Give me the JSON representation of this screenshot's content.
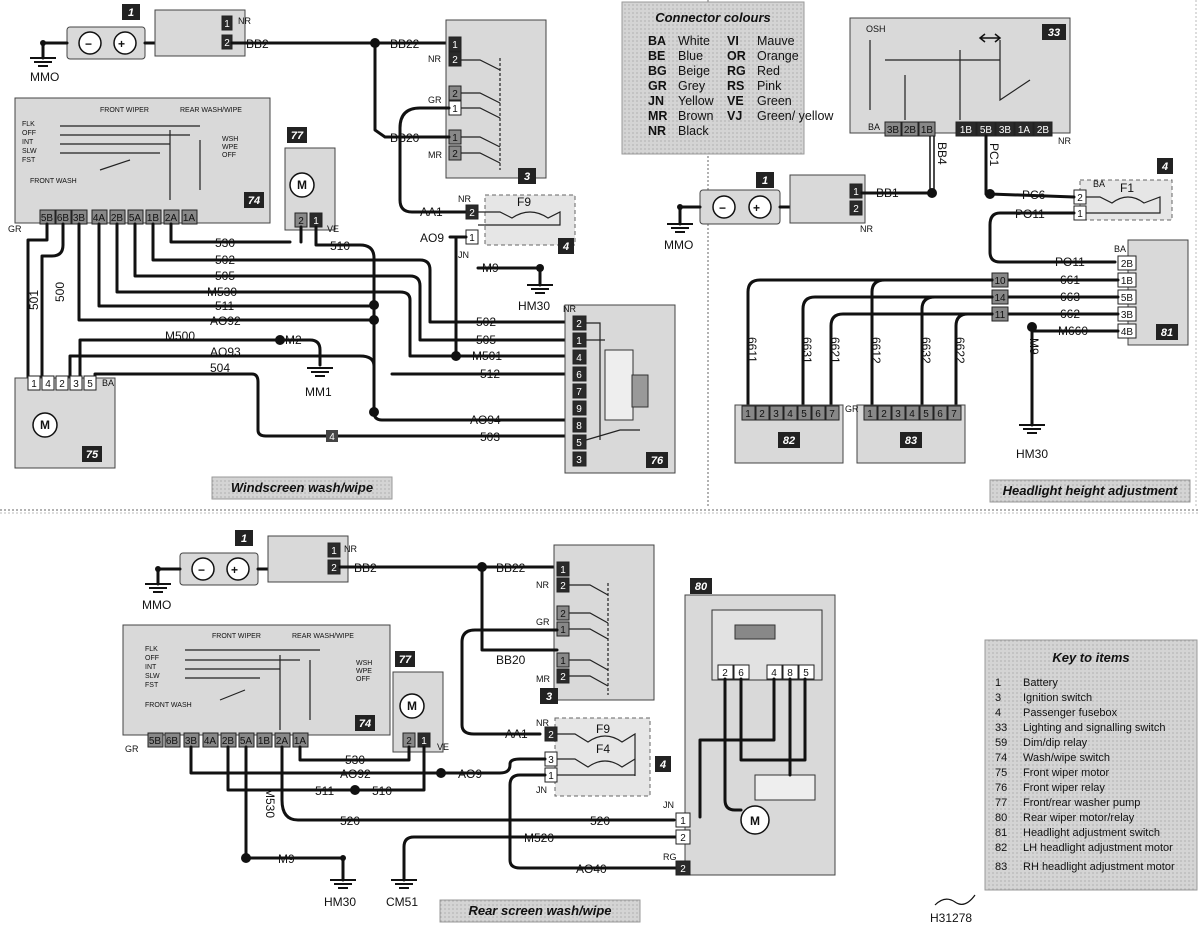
{
  "panels": {
    "windscreen_title": "Windscreen wash/wipe",
    "headlight_title": "Headlight height adjustment",
    "rear_title": "Rear screen wash/wipe"
  },
  "connector_colours": {
    "title": "Connector colours",
    "entries": [
      {
        "code": "BA",
        "name": "White"
      },
      {
        "code": "BE",
        "name": "Blue"
      },
      {
        "code": "BG",
        "name": "Beige"
      },
      {
        "code": "GR",
        "name": "Grey"
      },
      {
        "code": "JN",
        "name": "Yellow"
      },
      {
        "code": "MR",
        "name": "Brown"
      },
      {
        "code": "NR",
        "name": "Black"
      },
      {
        "code": "VI",
        "name": "Mauve"
      },
      {
        "code": "OR",
        "name": "Orange"
      },
      {
        "code": "RG",
        "name": "Red"
      },
      {
        "code": "RS",
        "name": "Pink"
      },
      {
        "code": "VE",
        "name": "Green"
      },
      {
        "code": "VJ",
        "name": "Green/ yellow"
      }
    ]
  },
  "key_to_items": {
    "title": "Key to items",
    "items": [
      {
        "n": "1",
        "desc": "Battery"
      },
      {
        "n": "3",
        "desc": "Ignition switch"
      },
      {
        "n": "4",
        "desc": "Passenger fusebox"
      },
      {
        "n": "33",
        "desc": "Lighting and signalling switch"
      },
      {
        "n": "59",
        "desc": "Dim/dip relay"
      },
      {
        "n": "74",
        "desc": "Wash/wipe switch"
      },
      {
        "n": "75",
        "desc": "Front wiper motor"
      },
      {
        "n": "76",
        "desc": "Front wiper relay"
      },
      {
        "n": "77",
        "desc": "Front/rear washer pump"
      },
      {
        "n": "80",
        "desc": "Rear wiper motor/relay"
      },
      {
        "n": "81",
        "desc": "Headlight adjustment switch"
      },
      {
        "n": "82",
        "desc": "LH headlight adjustment motor"
      },
      {
        "n": "83",
        "desc": "RH headlight adjustment motor"
      }
    ]
  },
  "components": {
    "c1": "1",
    "c3": "3",
    "c4": "4",
    "c33": "33",
    "c74": "74",
    "c75": "75",
    "c76": "76",
    "c77": "77",
    "c80": "80",
    "c81": "81",
    "c82": "82",
    "c83": "83"
  },
  "wires_ws": {
    "w530": "530",
    "w502": "502",
    "w505": "505",
    "wM530": "M530",
    "w511": "511",
    "wAO92": "AO92",
    "wM500": "M500",
    "wAO93": "AO93",
    "w504": "504",
    "w502b": "502",
    "w505b": "505",
    "wM501": "M501",
    "w512": "512",
    "wAO94": "AO94",
    "w503": "503",
    "w501": "501",
    "w500": "500",
    "w510": "510",
    "wAA1": "AA1",
    "wAO9": "AO9",
    "wM9": "M9",
    "wM2": "M2",
    "wBB2": "BB2",
    "wBB22": "BB22",
    "wBB20": "BB20"
  },
  "wires_hl": {
    "wBB1": "BB1",
    "wBB4": "BB4",
    "wPC1": "PC1",
    "wPC6": "PC6",
    "wPO11": "PO11",
    "wPO11b": "PO11",
    "w661": "661",
    "w663": "663",
    "w662": "662",
    "wM660": "M660",
    "wM9": "M9",
    "w6611": "6611",
    "w6631": "6631",
    "w6621": "6621",
    "w6612": "6612",
    "w6632": "6632",
    "w6622": "6622"
  },
  "wires_rs": {
    "w530": "530",
    "wAO92": "AO92",
    "wAO9": "AO9",
    "w511": "511",
    "w510": "510",
    "w520": "520",
    "w520b": "520",
    "wM520": "M520",
    "wAO40": "AO40",
    "wM530": "M530",
    "wM9": "M9",
    "wAA1": "AA1",
    "wBB2": "BB2",
    "wBB22": "BB22",
    "wBB20": "BB20"
  },
  "grounds": {
    "mmo1": "MMO",
    "mmo2": "MMO",
    "mmo3": "MMO",
    "hm30a": "HM30",
    "mm1": "MM1",
    "hm30b": "HM30",
    "hm30c": "HM30",
    "cm51": "CM51"
  },
  "labels": {
    "NR": "NR",
    "GR": "GR",
    "MR": "MR",
    "BA": "BA",
    "JN": "JN",
    "VE": "VE",
    "RG": "RG",
    "OSH": "OSH",
    "front_wiper": "FRONT WIPER",
    "rear_washwipe": "REAR WASH/WIPE",
    "front_wash": "FRONT WASH",
    "F9": "F9",
    "F4": "F4",
    "F1": "F1",
    "M": "M"
  },
  "switch_positions": {
    "front": [
      "FLK",
      "OFF",
      "INT",
      "SLW",
      "FST"
    ],
    "rear": [
      "WSH",
      "WPE",
      "OFF"
    ]
  },
  "pins": {
    "c74": [
      "5B",
      "6B",
      "3B",
      "4A",
      "2B",
      "5A",
      "1B",
      "2A",
      "1A"
    ],
    "c75": [
      "1",
      "4",
      "2",
      "3",
      "5"
    ],
    "c76": [
      "2",
      "1",
      "4",
      "6",
      "7",
      "9",
      "8",
      "5",
      "3"
    ],
    "c33": [
      "3B",
      "2B",
      "1B",
      "1B",
      "5B",
      "3B",
      "1A",
      "2B"
    ],
    "c81": [
      "2B",
      "1B",
      "5B",
      "3B",
      "4B"
    ],
    "c82": [
      "1",
      "2",
      "3",
      "4",
      "5",
      "6",
      "7"
    ],
    "c80": [
      "2",
      "6",
      "4",
      "8",
      "5"
    ],
    "splices_hl": [
      "10",
      "14",
      "11"
    ],
    "misc": [
      "1",
      "2",
      "3",
      "4"
    ]
  },
  "signature": "H31278"
}
